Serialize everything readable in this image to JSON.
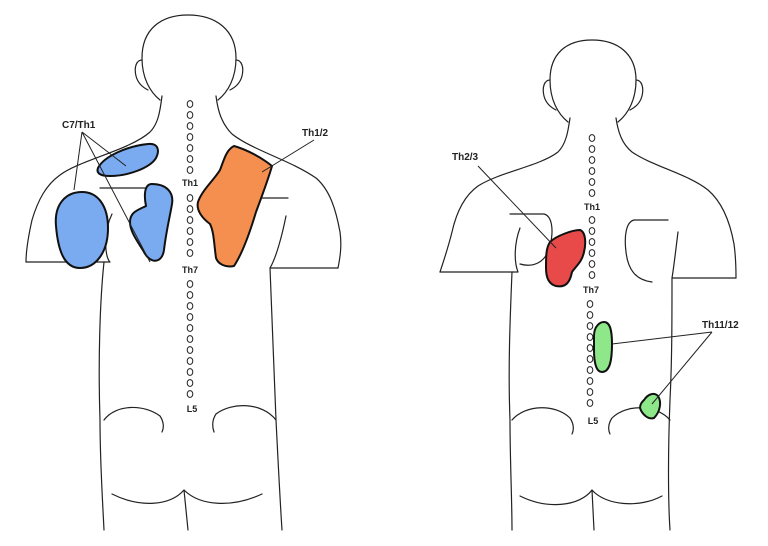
{
  "colors": {
    "c7th1_zone": "#7aaaf0",
    "th12_zone": "#f58f4f",
    "th23_zone": "#e84a4a",
    "th1112_zone": "#8ee88a"
  },
  "left_figure": {
    "labels": {
      "c7th1": "C7/Th1",
      "th12": "Th1/2"
    },
    "spine": {
      "th1": "Th1",
      "th7": "Th7",
      "l5": "L5"
    }
  },
  "right_figure": {
    "labels": {
      "th23": "Th2/3",
      "th1112": "Th11/12"
    },
    "spine": {
      "th1": "Th1",
      "th7": "Th7",
      "l5": "L5"
    }
  }
}
